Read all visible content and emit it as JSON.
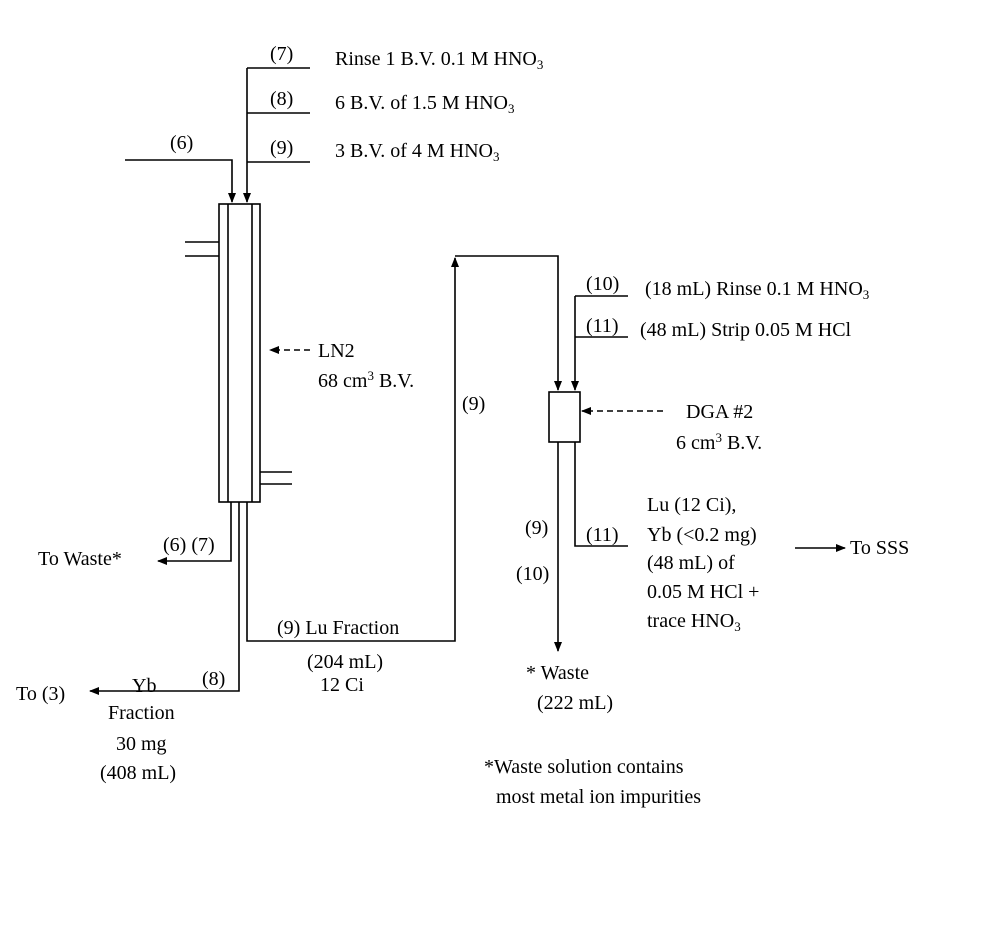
{
  "steps": {
    "s7": "(7)",
    "s8": "(8)",
    "s9": "(9)",
    "s6": "(6)",
    "s10": "(10)",
    "s11": "(11)"
  },
  "reagents": {
    "r7_pre": "Rinse 1 B.V.  0.1 M HNO",
    "r8_pre": "6 B.V. of 1.5 M HNO",
    "r9_pre": "3 B.V. of 4 M HNO",
    "sub3": "3",
    "r10_pre": "(18 mL) Rinse 0.1 M HNO",
    "r11": "(48 mL) Strip 0.05 M HCl"
  },
  "column1": {
    "name": "LN2",
    "volume_pre": "68 cm",
    "volume_sup": "3",
    "volume_post": " B.V."
  },
  "column2": {
    "name": "DGA #2",
    "volume_pre": "6 cm",
    "volume_sup": "3",
    "volume_post": " B.V."
  },
  "outputs": {
    "to_waste": "To Waste*",
    "waste_steps": "(6) (7)",
    "lu_fraction": "(9) Lu Fraction",
    "lu_volume": "(204 mL)",
    "lu_activity": "12 Ci",
    "transfer_step": "(9)",
    "yb_step": "(8)",
    "to_3": "To (3)",
    "yb_line1": "Yb",
    "yb_line2": "Fraction",
    "yb_line3": "30 mg",
    "yb_line4": "(408 mL)",
    "dga_waste_step9": "(9)",
    "dga_waste_step10": "(10)",
    "waste_label": "*  Waste",
    "waste_volume": "(222 mL)",
    "dga_out_step": "(11)",
    "product_line1": "Lu (12 Ci),",
    "product_line2": "Yb (<0.2 mg)",
    "product_line3": "(48 mL) of",
    "product_line4": "0.05 M HCl +",
    "product_line5_pre": "trace HNO",
    "to_sss": "To SSS"
  },
  "footnote": {
    "line1": "*Waste solution contains",
    "line2": "most metal ion impurities"
  }
}
